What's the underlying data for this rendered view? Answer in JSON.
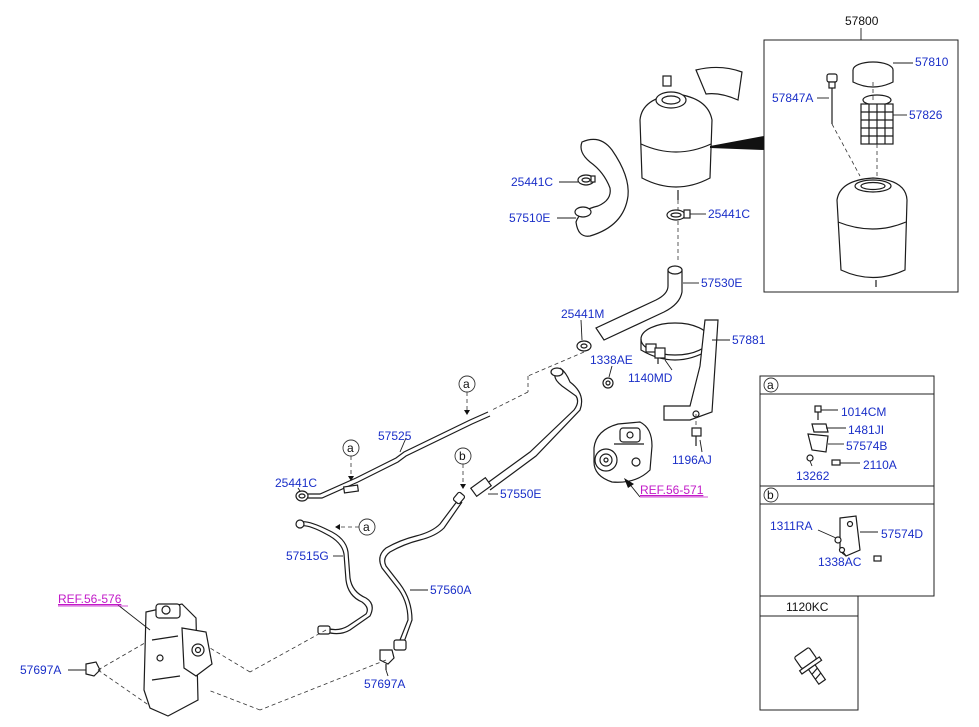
{
  "labels": {
    "p57800": "57800",
    "p57810": "57810",
    "p57847A": "57847A",
    "p57826": "57826",
    "p25441C_a": "25441C",
    "p57510E": "57510E",
    "p25441C_b": "25441C",
    "p57530E": "57530E",
    "p25441M": "25441M",
    "p57881": "57881",
    "p1338AE": "1338AE",
    "p1140MD": "1140MD",
    "p57525": "57525",
    "p1196AJ": "1196AJ",
    "p25441C_c": "25441C",
    "p57550E": "57550E",
    "p57515G": "57515G",
    "p57560A": "57560A",
    "p57697A_a": "57697A",
    "p57697A_b": "57697A"
  },
  "refs": {
    "ref_571": "REF.56-571",
    "ref_576": "REF.56-576"
  },
  "callouts": {
    "a1": "a",
    "a2": "a",
    "a3": "a",
    "b1": "b"
  },
  "detail_a": {
    "tag": "a",
    "parts": [
      "1014CM",
      "1481JI",
      "57574B",
      "13262",
      "2110A"
    ]
  },
  "detail_b": {
    "tag": "b",
    "parts": [
      "1311RA",
      "57574D",
      "1338AC"
    ]
  },
  "detail_c": {
    "title": "1120KC"
  },
  "colors": {
    "label": "#1a2fc8",
    "reference": "#c21ac8",
    "line": "#1c1c1c"
  }
}
